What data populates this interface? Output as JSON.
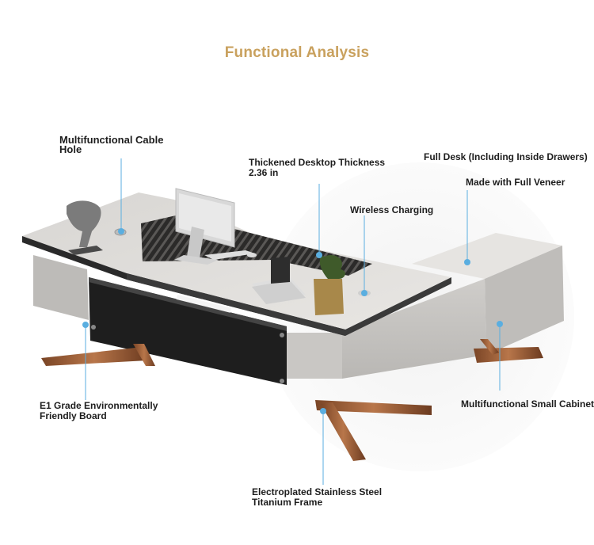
{
  "title": "Functional Analysis",
  "accent_color": "#c9a15e",
  "callout_color": "#5aaee0",
  "labels": {
    "cable_hole": [
      "Multifunctional Cable",
      "Hole"
    ],
    "desktop_thickness": [
      "Thickened Desktop Thickness",
      "2.36 in"
    ],
    "full_desk": "Full Desk (Including Inside Drawers)",
    "full_veneer": "Made with Full Veneer",
    "wireless_charging": "Wireless Charging",
    "board": [
      "E1 Grade Environmentally",
      "Friendly Board"
    ],
    "small_cabinet": "Multifunctional Small Cabinet",
    "frame": [
      "Electroplated Stainless Steel",
      "Titanium Frame"
    ]
  }
}
